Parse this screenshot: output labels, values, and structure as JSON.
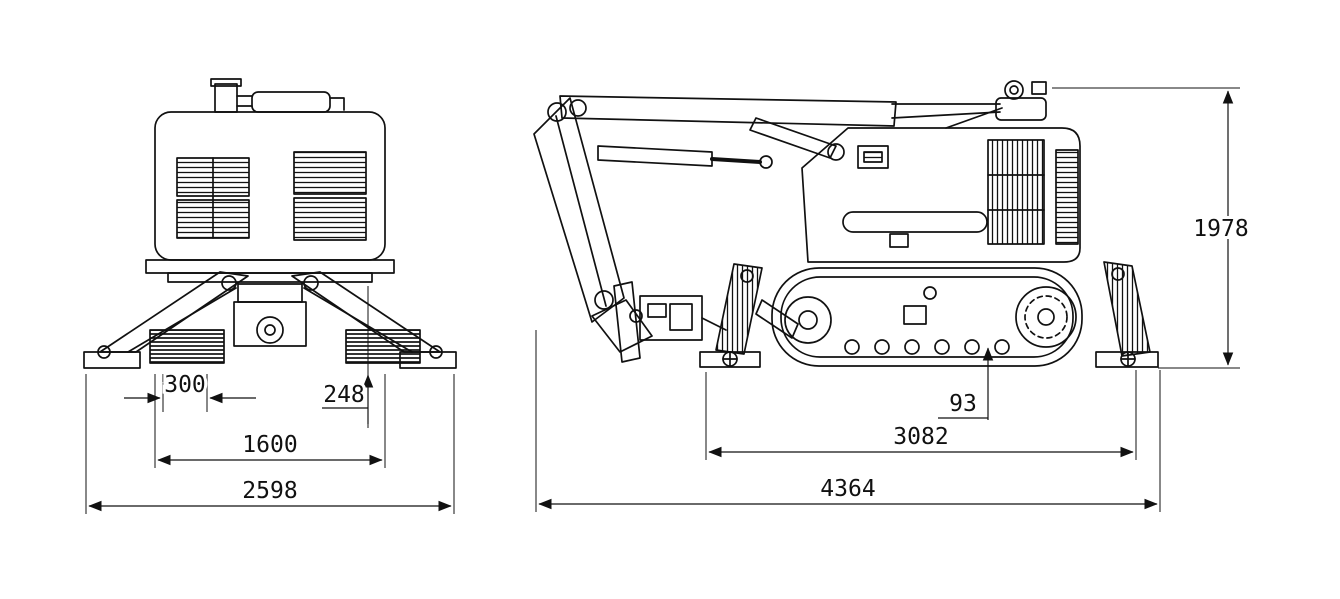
{
  "page": {
    "background_color": "#ffffff",
    "line_color": "#111111"
  },
  "front_view": {
    "dimensions": {
      "offset_300": "300",
      "track_height_248": "248",
      "track_width_1600": "1600",
      "overall_width_2598": "2598"
    }
  },
  "side_view": {
    "dimensions": {
      "ground_clearance_93": "93",
      "track_length_3082": "3082",
      "overall_length_4364": "4364",
      "overall_height_1978": "1978"
    }
  }
}
